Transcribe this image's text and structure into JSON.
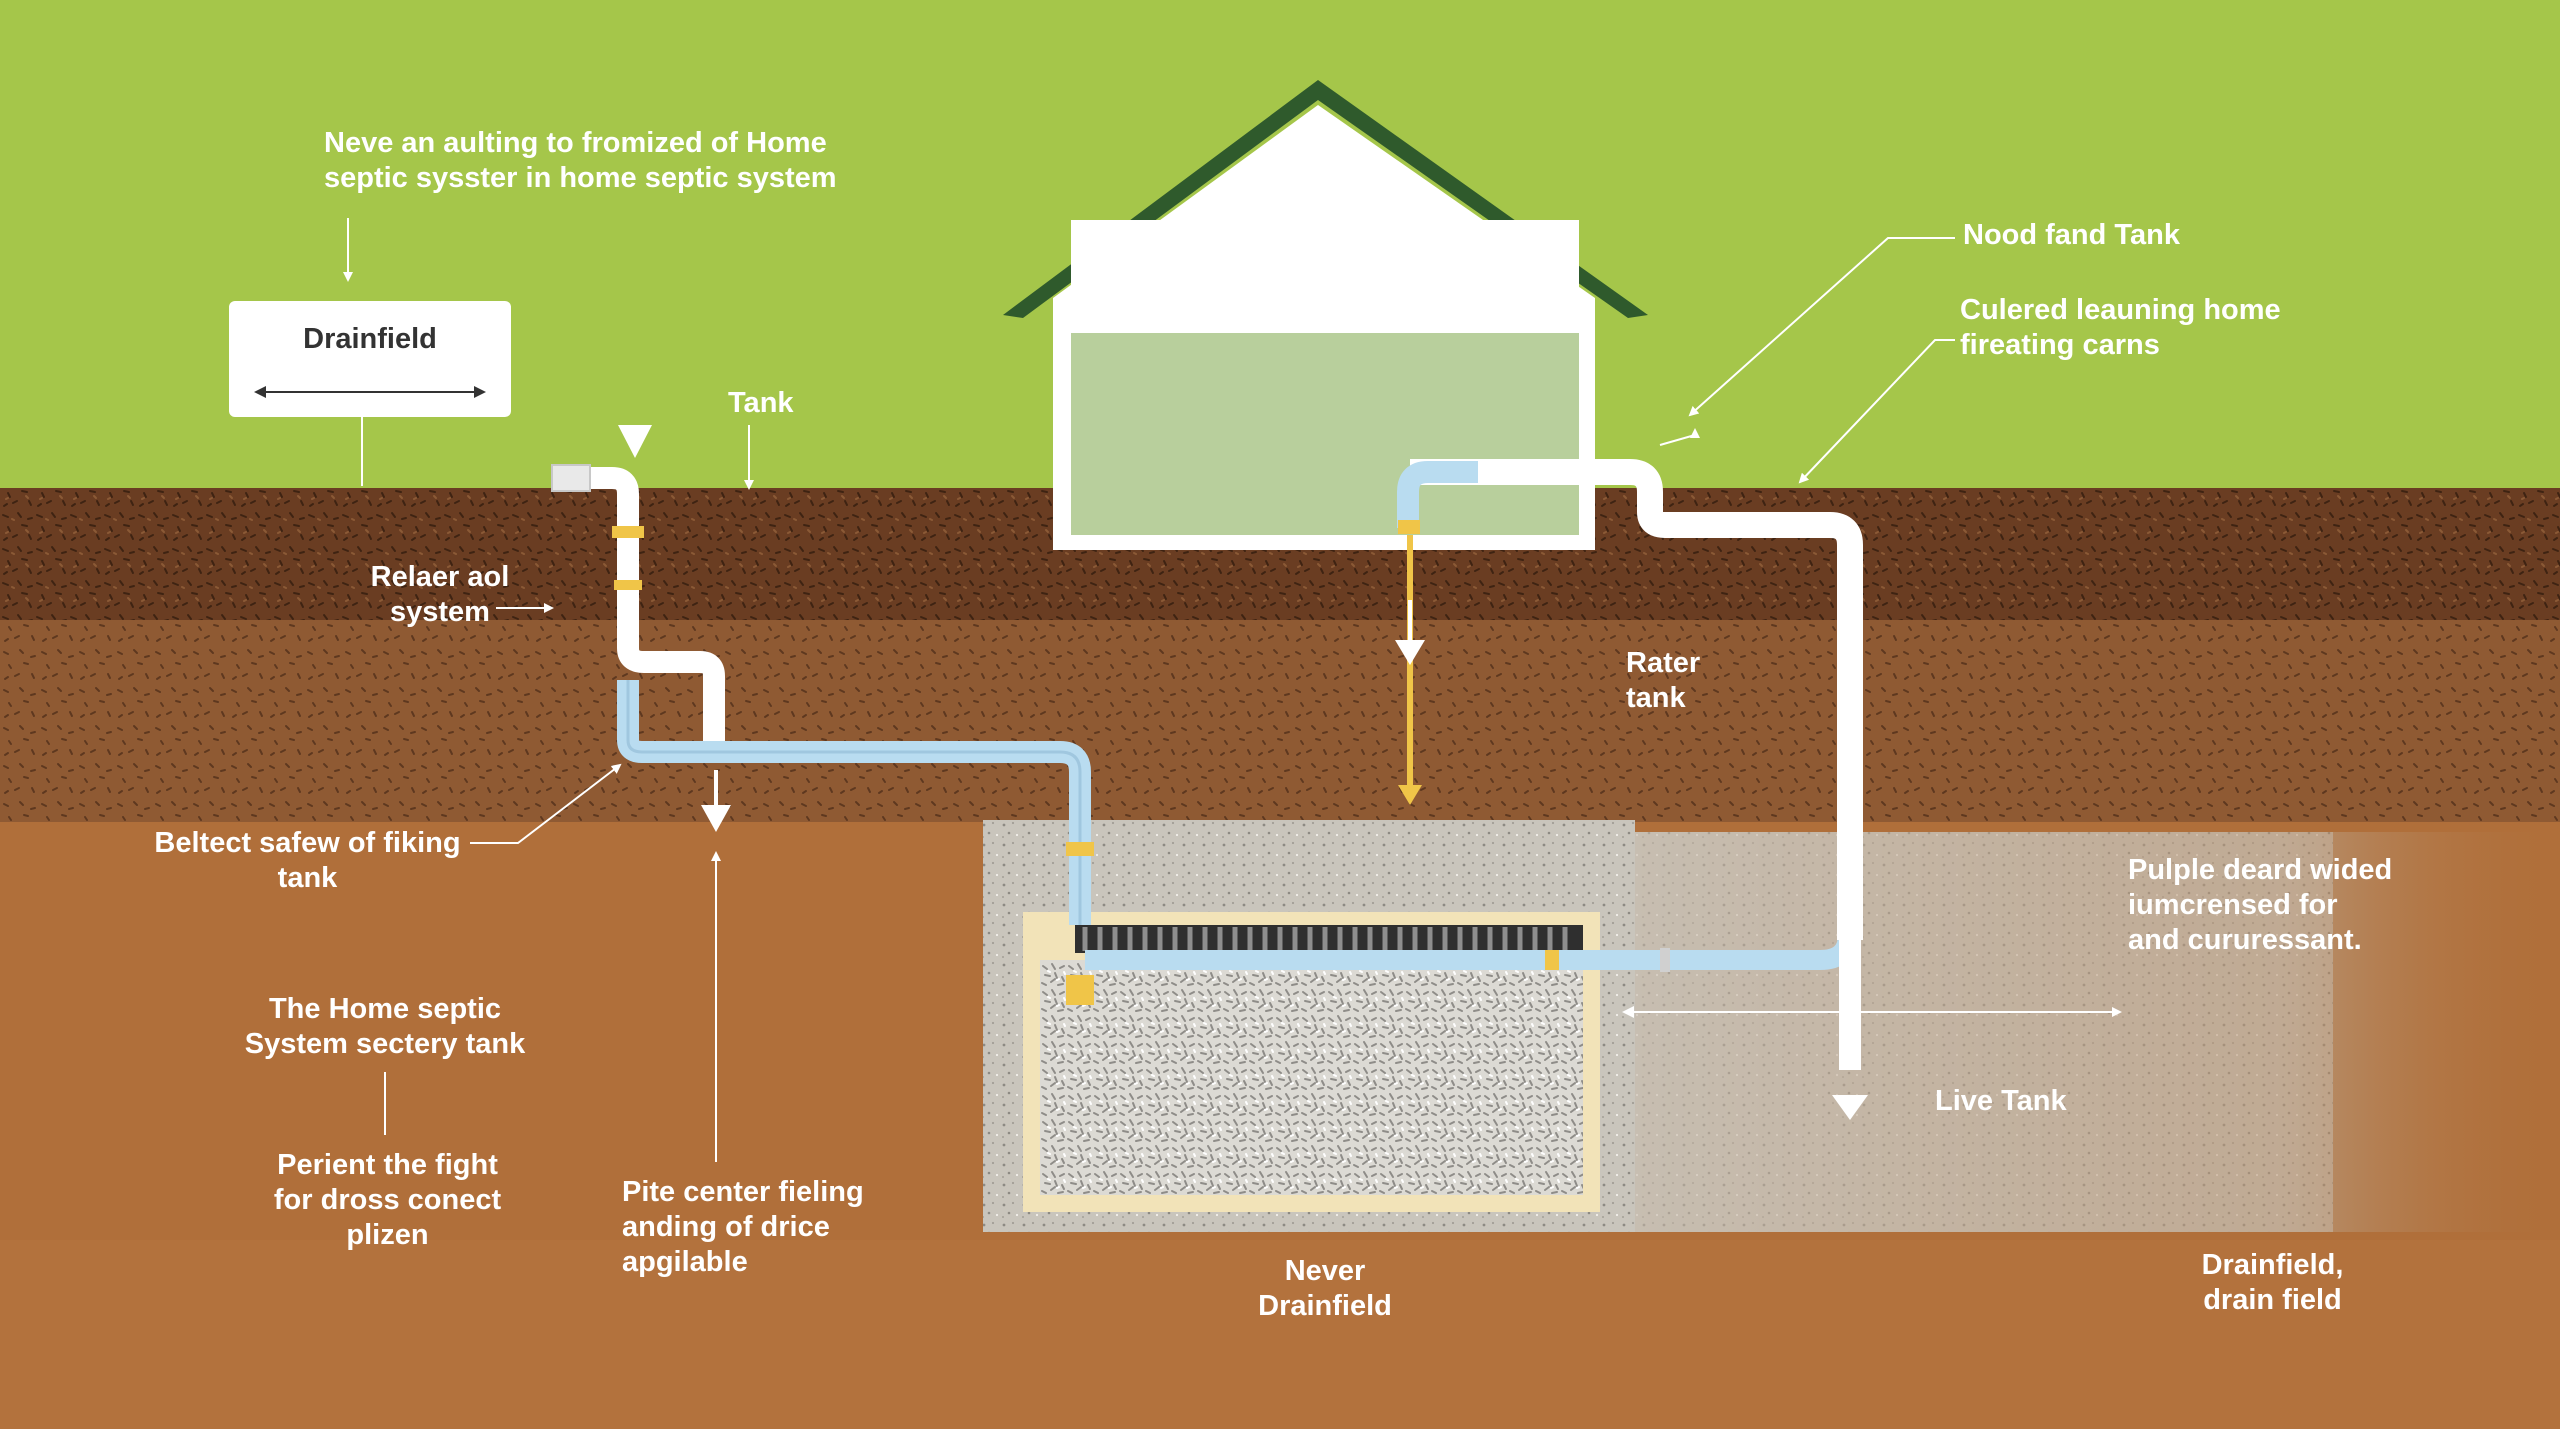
{
  "colors": {
    "grass": "#a5c64a",
    "topsoil": "#6a3d22",
    "subsoil": "#8f5a33",
    "deep_soil": "#b06f3a",
    "pipe": "#ffffff",
    "water_pipe": "#b9dcf0",
    "fitting": "#f0c548",
    "gravel": "#d9d6cf",
    "house_fill": "#b8cf9c",
    "label_text": "#ffffff"
  },
  "labels": {
    "intro": [
      "Neve an aulting to fromized of Home",
      "septic sysster in home septic system"
    ],
    "drainfield_box": "Drainfield",
    "tank_top": "Tank",
    "relaer": [
      "Relaer aol",
      "system"
    ],
    "beltect": [
      "Beltect safew of fiking",
      "tank"
    ],
    "home_septic": [
      "The Home septic",
      "System sectery tank"
    ],
    "perient": [
      "Perient the fight",
      "for dross conect",
      "plizen"
    ],
    "pite_center": [
      "Pite center fieling",
      "anding of drice",
      "apgilable"
    ],
    "nood": "Nood fand Tank",
    "culered": [
      "Culered leauning home",
      "fireating carns"
    ],
    "rater": [
      "Rater",
      "tank"
    ],
    "pulple": [
      "Pulple deard wided",
      "iumcrensed for",
      "and cururessant."
    ],
    "live_tank": "Live Tank",
    "never": [
      "Never",
      "Drainfield"
    ],
    "drainfield_right": [
      "Drainfield,",
      "drain field"
    ]
  }
}
